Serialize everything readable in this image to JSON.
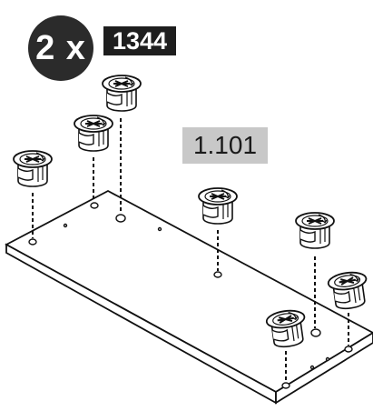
{
  "header": {
    "quantity": "2 x",
    "part_number": "1344"
  },
  "step_label": "1.101",
  "colors": {
    "badge_dark": "#1e1e1e",
    "label_gray": "#c8c8c8",
    "line": "#111111"
  },
  "icons": {
    "fitting": "cam-lock-fitting-icon",
    "board": "board-panel",
    "guide": "dashed-guide-line"
  }
}
